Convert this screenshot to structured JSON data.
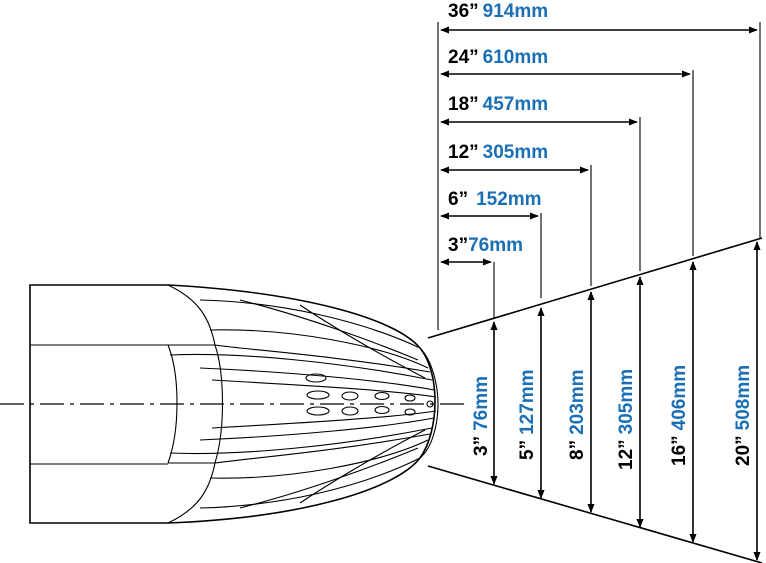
{
  "colors": {
    "ink": "#000000",
    "metric": "#1a6fb5"
  },
  "distances": [
    {
      "inch": "3”",
      "mm": "76mm"
    },
    {
      "inch": "6”",
      "mm": "152mm"
    },
    {
      "inch": "12”",
      "mm": "305mm"
    },
    {
      "inch": "18”",
      "mm": "457mm"
    },
    {
      "inch": "24”",
      "mm": "610mm"
    },
    {
      "inch": "36”",
      "mm": "914mm"
    }
  ],
  "widths": [
    {
      "inch": "3”",
      "mm": "76mm"
    },
    {
      "inch": "5”",
      "mm": "127mm"
    },
    {
      "inch": "8”",
      "mm": "203mm"
    },
    {
      "inch": "12”",
      "mm": "305mm"
    },
    {
      "inch": "16”",
      "mm": "406mm"
    },
    {
      "inch": "20”",
      "mm": "508mm"
    }
  ]
}
